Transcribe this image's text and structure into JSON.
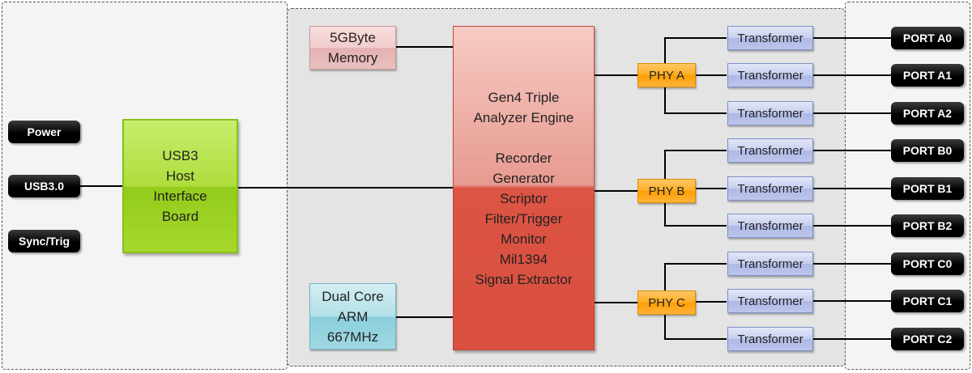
{
  "left_ports": [
    {
      "id": "power",
      "label": "Power"
    },
    {
      "id": "usb",
      "label": "USB3.0"
    },
    {
      "id": "sync",
      "label": "Sync/Trig"
    }
  ],
  "usb_board": {
    "lines": [
      "USB3",
      "Host",
      "Interface",
      "Board"
    ]
  },
  "memory": {
    "lines": [
      "5GByte",
      "Memory"
    ]
  },
  "cpu": {
    "lines": [
      "Dual Core",
      "ARM",
      "667MHz"
    ]
  },
  "engine": {
    "lines": [
      "Gen4 Triple",
      "Analyzer Engine",
      "",
      "Recorder",
      "Generator",
      "Scriptor",
      "Filter/Trigger",
      "Monitor",
      "Mil1394",
      "Signal Extractor"
    ]
  },
  "phys": [
    {
      "label": "PHY A"
    },
    {
      "label": "PHY B"
    },
    {
      "label": "PHY C"
    }
  ],
  "transformer_label": "Transformer",
  "right_ports": [
    {
      "label": "PORT A0"
    },
    {
      "label": "PORT A1"
    },
    {
      "label": "PORT A2"
    },
    {
      "label": "PORT B0"
    },
    {
      "label": "PORT B1"
    },
    {
      "label": "PORT B2"
    },
    {
      "label": "PORT C0"
    },
    {
      "label": "PORT C1"
    },
    {
      "label": "PORT C2"
    }
  ],
  "colors": {
    "usb_board": "#9fd62a",
    "memory": "#f0c3c3",
    "cpu": "#9ed6e0",
    "engine_top": "#f2b8b0",
    "engine_bottom": "#dc5444",
    "phy": "#ffa51a",
    "transformer": "#c3cbee",
    "region_fill": "#e4e4e4"
  }
}
